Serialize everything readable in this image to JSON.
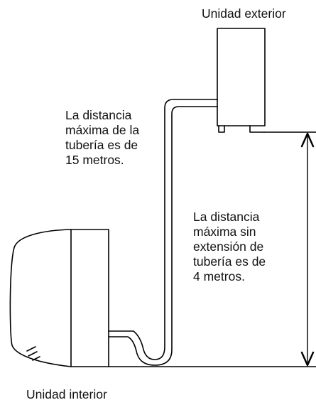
{
  "outdoor_label": "Unidad exterior",
  "indoor_label": "Unidad interior",
  "note_pipe": {
    "lines": [
      "La distancia",
      "máxima de la",
      "tubería es de",
      "15 metros."
    ]
  },
  "note_height": {
    "lines": [
      "La distancia",
      "máxima sin",
      "extensión de",
      "tubería  es de",
      "4 metros."
    ]
  }
}
